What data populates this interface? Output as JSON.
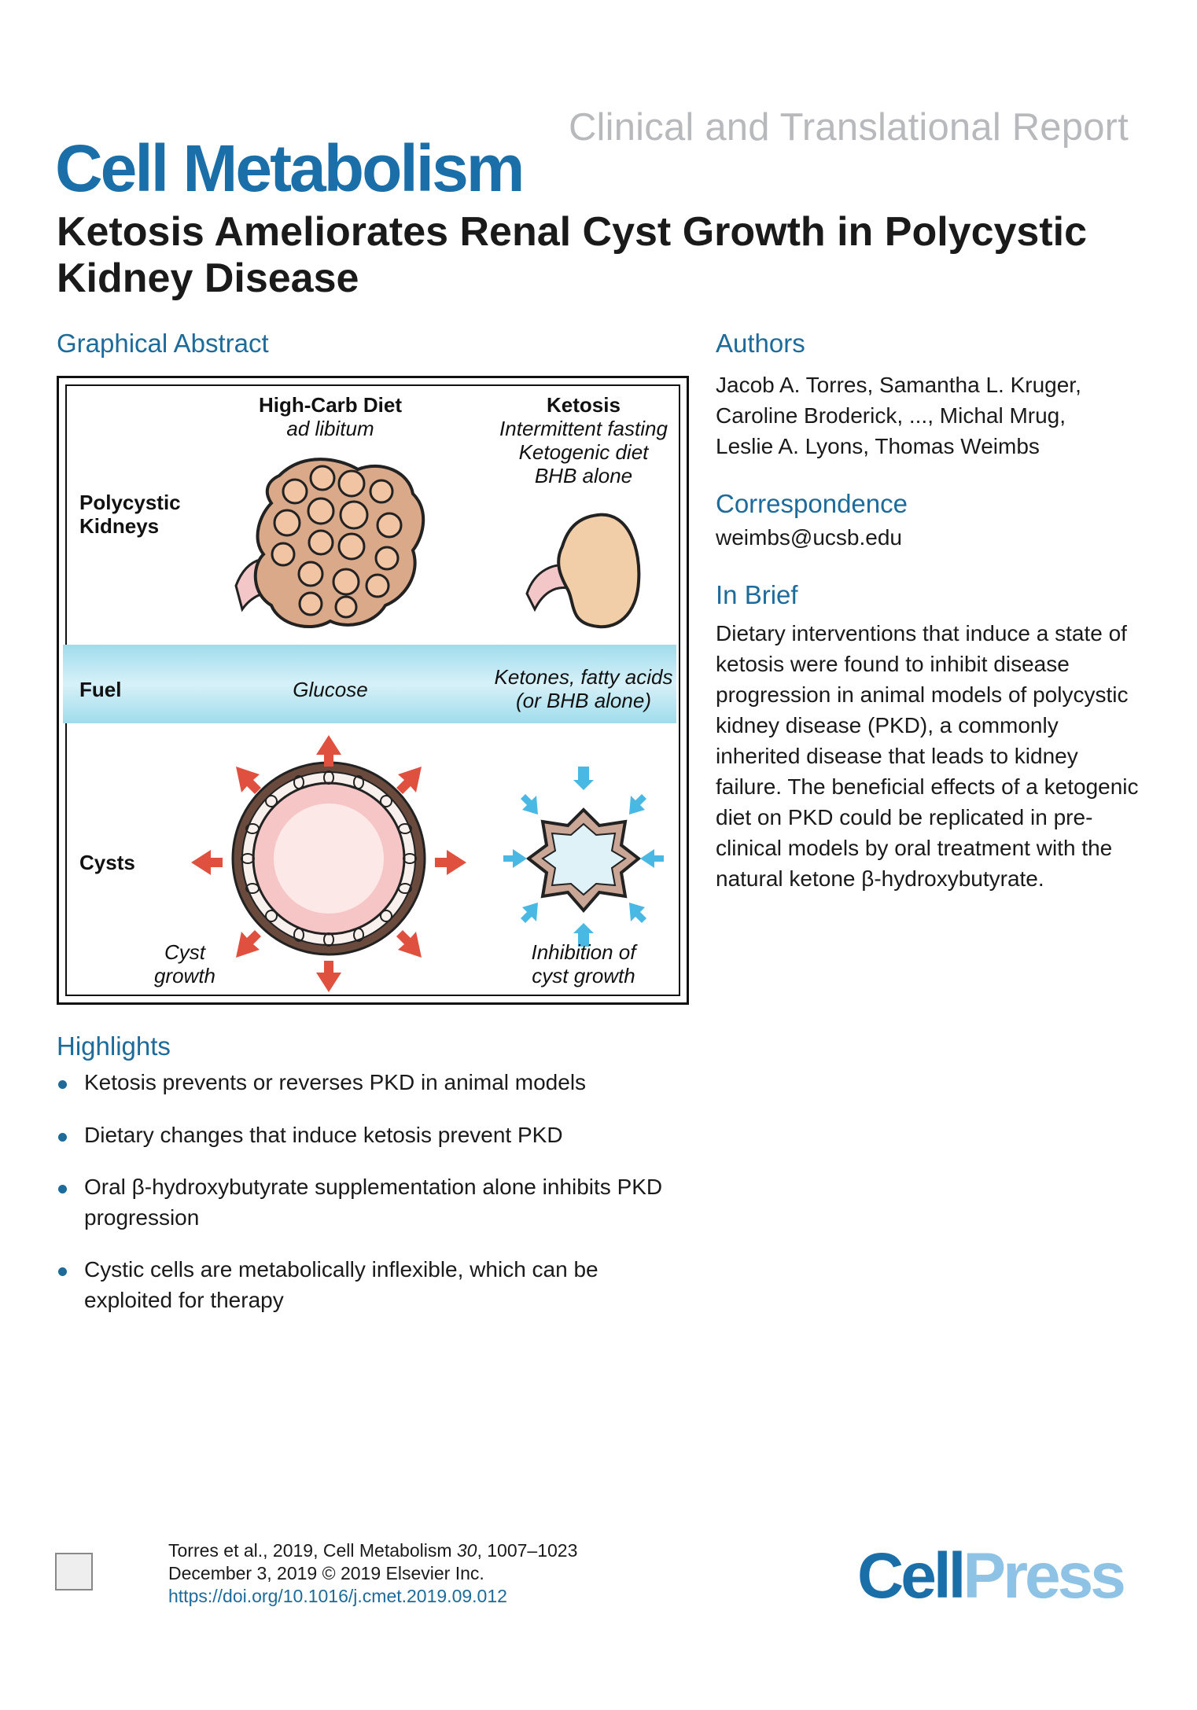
{
  "header": {
    "report_type": "Clinical and Translational Report",
    "journal": "Cell Metabolism",
    "title": "Ketosis Ameliorates Renal Cyst Growth in Polycystic Kidney Disease"
  },
  "graphical_abstract": {
    "heading": "Graphical Abstract",
    "col1_title": "High-Carb Diet",
    "col1_sub": "ad libitum",
    "col2_title": "Ketosis",
    "col2_line1": "Intermittent fasting",
    "col2_line2": "Ketogenic diet",
    "col2_line3": "BHB alone",
    "row1_label_a": "Polycystic",
    "row1_label_b": "Kidneys",
    "fuel_label": "Fuel",
    "fuel_col1": "Glucose",
    "fuel_col2_a": "Ketones, fatty acids",
    "fuel_col2_b": "(or BHB alone)",
    "row3_label": "Cysts",
    "cyst_growth_a": "Cyst",
    "cyst_growth_b": "growth",
    "inhibit_a": "Inhibition of",
    "inhibit_b": "cyst growth",
    "colors": {
      "kidney_cyst": "#d9a98a",
      "kidney_healthy": "#f1cda8",
      "arrow_red": "#e0503e",
      "arrow_blue": "#49b8e3",
      "fuel_band": "#a6deec"
    }
  },
  "authors": {
    "heading": "Authors",
    "line1": "Jacob A. Torres, Samantha L. Kruger,",
    "line2": "Caroline Broderick, ..., Michal Mrug,",
    "line3": "Leslie A. Lyons, Thomas Weimbs"
  },
  "correspondence": {
    "heading": "Correspondence",
    "email": "weimbs@ucsb.edu"
  },
  "in_brief": {
    "heading": "In Brief",
    "text": "Dietary interventions that induce a state of ketosis were found to inhibit disease progression in animal models of polycystic kidney disease (PKD), a commonly inherited disease that leads to kidney failure. The beneficial effects of a ketogenic diet on PKD could be replicated in pre-clinical models by oral treatment with the natural ketone β-hydroxybutyrate."
  },
  "highlights": {
    "heading": "Highlights",
    "items": [
      "Ketosis prevents or reverses PKD in animal models",
      "Dietary changes that induce ketosis prevent PKD",
      "Oral β-hydroxybutyrate supplementation alone inhibits PKD progression",
      "Cystic cells are metabolically inflexible, which can be exploited for therapy"
    ]
  },
  "footer": {
    "citation_a": "Torres et al., 2019, Cell Metabolism ",
    "citation_vol": "30",
    "citation_b": ", 1007–1023",
    "date_line": "December 3, 2019 © 2019 Elsevier Inc.",
    "doi": "https://doi.org/10.1016/j.cmet.2019.09.012",
    "logo_cell": "Cell",
    "logo_press": "Press"
  }
}
